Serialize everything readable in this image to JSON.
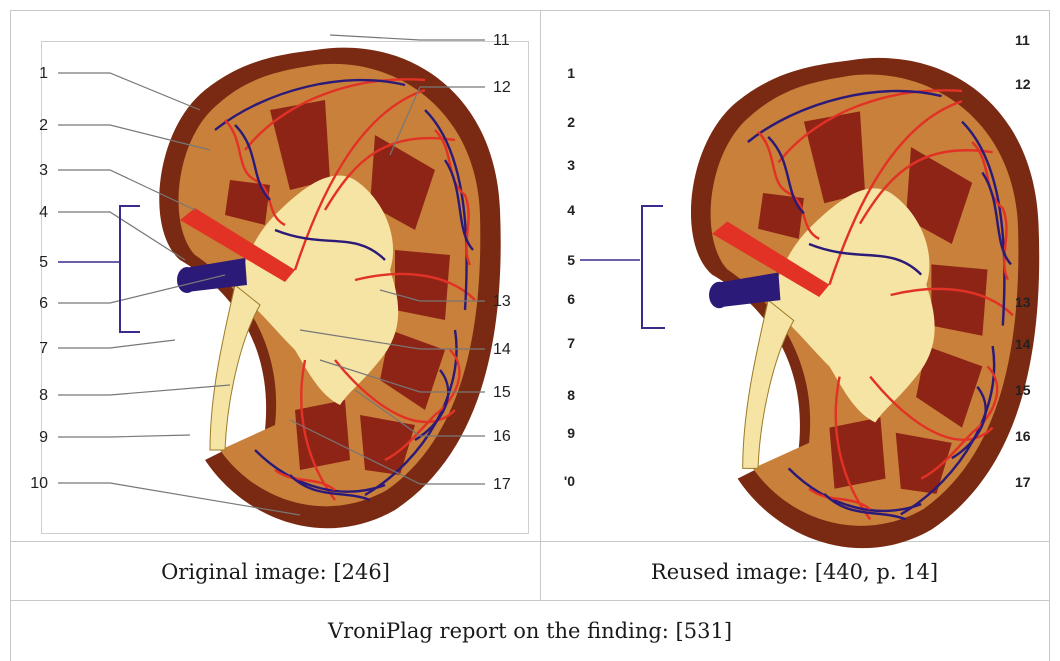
{
  "figure": {
    "left_labels": [
      "1",
      "2",
      "3",
      "4",
      "5",
      "6",
      "7",
      "8",
      "9",
      "10"
    ],
    "right_labels": [
      "11",
      "12",
      "13",
      "14",
      "15",
      "16",
      "17"
    ],
    "reused_left_labels": [
      "1",
      "2",
      "3",
      "4",
      "5",
      "6",
      "7",
      "8",
      "9",
      "'0"
    ],
    "reused_right_labels": [
      "11",
      "12",
      "13",
      "14",
      "15",
      "16",
      "17"
    ],
    "colors": {
      "capsule": "#7a2a12",
      "cortex": "#c9803a",
      "pyramid": "#8e2416",
      "pelvis": "#f6e4a4",
      "artery": "#e23226",
      "vein": "#2c1a78",
      "label_line": "#777777",
      "bracket": "#3b2a8c"
    }
  },
  "captions": {
    "original": "Original image: [246]",
    "reused": "Reused image: [440, p. 14]",
    "report": "VroniPlag report on the finding: [531]"
  }
}
